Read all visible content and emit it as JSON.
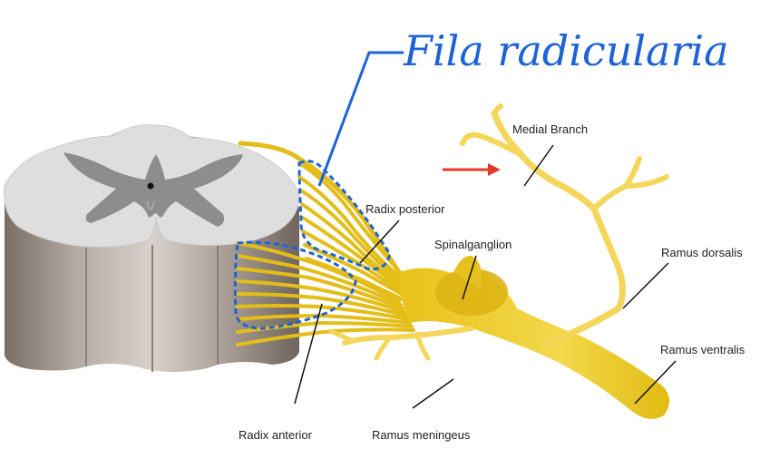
{
  "title": "Fila radicularia",
  "labels": {
    "medial_branch": "Medial Branch",
    "radix_posterior": "Radix posterior",
    "spinalganglion": "Spinalganglion",
    "ramus_dorsalis": "Ramus dorsalis",
    "ramus_ventralis": "Ramus ventralis",
    "ramus_meningeus": "Ramus meningeus",
    "radix_anterior": "Radix anterior"
  },
  "colors": {
    "annotation_blue": "#1e63d6",
    "nerve_yellow": "#e8c21a",
    "nerve_light": "#f5dd5a",
    "pointer_red": "#e23a2a",
    "white_matter": "#dcdcdc",
    "gray_matter": "#8a8a8a",
    "cord_side": "#9a8f86"
  },
  "icons": {
    "pointer": "red-arrow-icon"
  }
}
